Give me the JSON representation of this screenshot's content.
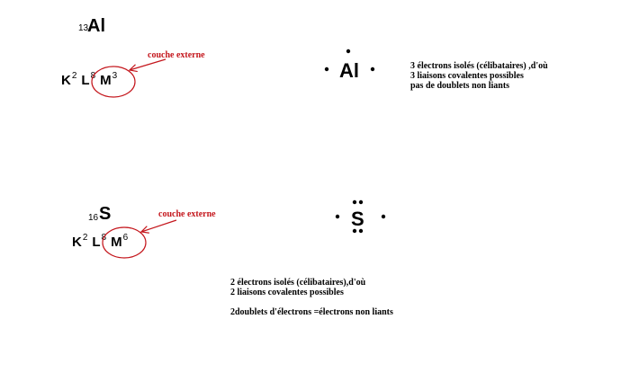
{
  "colors": {
    "annotation": "#c4161c",
    "text": "#000000",
    "background": "#ffffff"
  },
  "aluminium": {
    "atomic_number": "13",
    "symbol": "Al",
    "config": [
      {
        "shell": "K",
        "count": "2"
      },
      {
        "shell": "L",
        "count": "8"
      },
      {
        "shell": "M",
        "count": "3"
      }
    ],
    "outer_shell_label": "couche externe",
    "lewis_symbol": "Al",
    "description": [
      "3 électrons isolés (célibataires) ,d'où",
      "3 liaisons covalentes possibles",
      "pas de doublets  non liants"
    ]
  },
  "sulfur": {
    "atomic_number": "16",
    "symbol": "S",
    "config": [
      {
        "shell": "K",
        "count": "2"
      },
      {
        "shell": "L",
        "count": "8"
      },
      {
        "shell": "M",
        "count": "6"
      }
    ],
    "outer_shell_label": "couche externe",
    "lewis_symbol": "S",
    "description": [
      "2 électrons isolés (célibataires),d'où",
      "2 liaisons covalentes possibles",
      "",
      "2doublets d'électrons =électrons non liants"
    ]
  }
}
